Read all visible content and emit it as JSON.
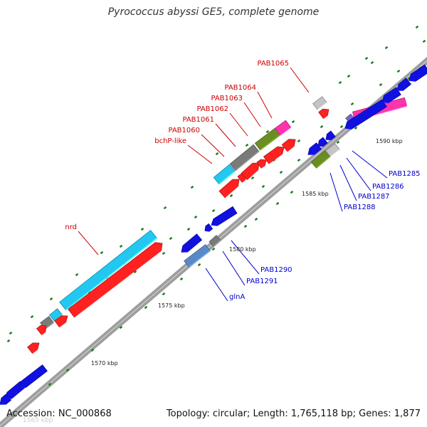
{
  "title": "Pyrococcus abyssi GE5, complete genome",
  "footer": {
    "accession": "Accession: NC_000868",
    "summary": "Topology: circular; Length: 1,765,118 bp; Genes: 1,877"
  },
  "ghost_label": "1565 kbp",
  "colors": {
    "backbone": "#9e9e9e",
    "tick": "#1e7a1e",
    "red_gene": "#ff2020",
    "blue_gene": "#1010e0",
    "cyan_gene": "#22c8f0",
    "gray_gene": "#7a7a7a",
    "lightgray_gene": "#c4c4c4",
    "olive_gene": "#6b8e23",
    "pink_gene": "#ff33aa",
    "steel_gene": "#5a8ac6",
    "purple_gene": "#7766cc",
    "label_red": "#cc0000",
    "label_blue": "#0000cc",
    "scale_text": "#222222"
  },
  "scale_labels": [
    "1570 kbp",
    "1575 kbp",
    "1580 kbp",
    "1585 kbp",
    "1590 kbp"
  ],
  "forward_labels": [
    "PAB1065",
    "PAB1064",
    "PAB1063",
    "PAB1062",
    "PAB1061",
    "PAB1060",
    "bchP-like",
    "nrd"
  ],
  "reverse_labels": [
    "PAB1285",
    "PAB1286",
    "PAB1287",
    "PAB1288",
    "PAB1290",
    "PAB1291",
    "glnA"
  ]
}
